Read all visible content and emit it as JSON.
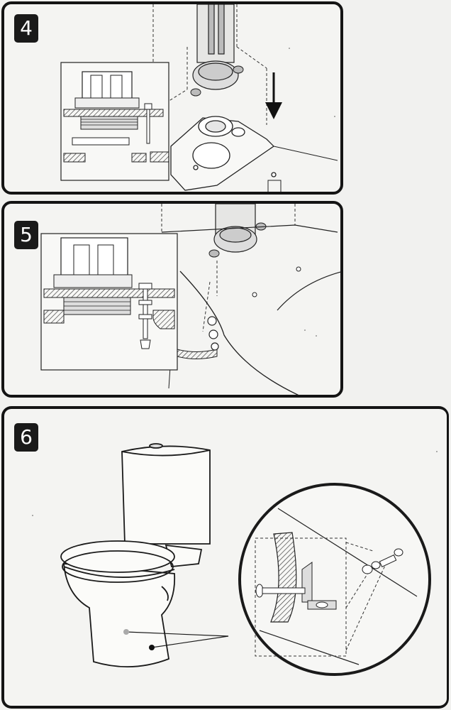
{
  "steps": [
    {
      "number": "4"
    },
    {
      "number": "5"
    },
    {
      "number": "6"
    }
  ],
  "colors": {
    "ink": "#1a1a1a",
    "paper": "#f4f4f2",
    "hatch": "#333333"
  },
  "icons": [
    "down-arrow-icon",
    "bolt-icon",
    "wing-nut-icon",
    "washer-icon",
    "magnifier-circle"
  ]
}
